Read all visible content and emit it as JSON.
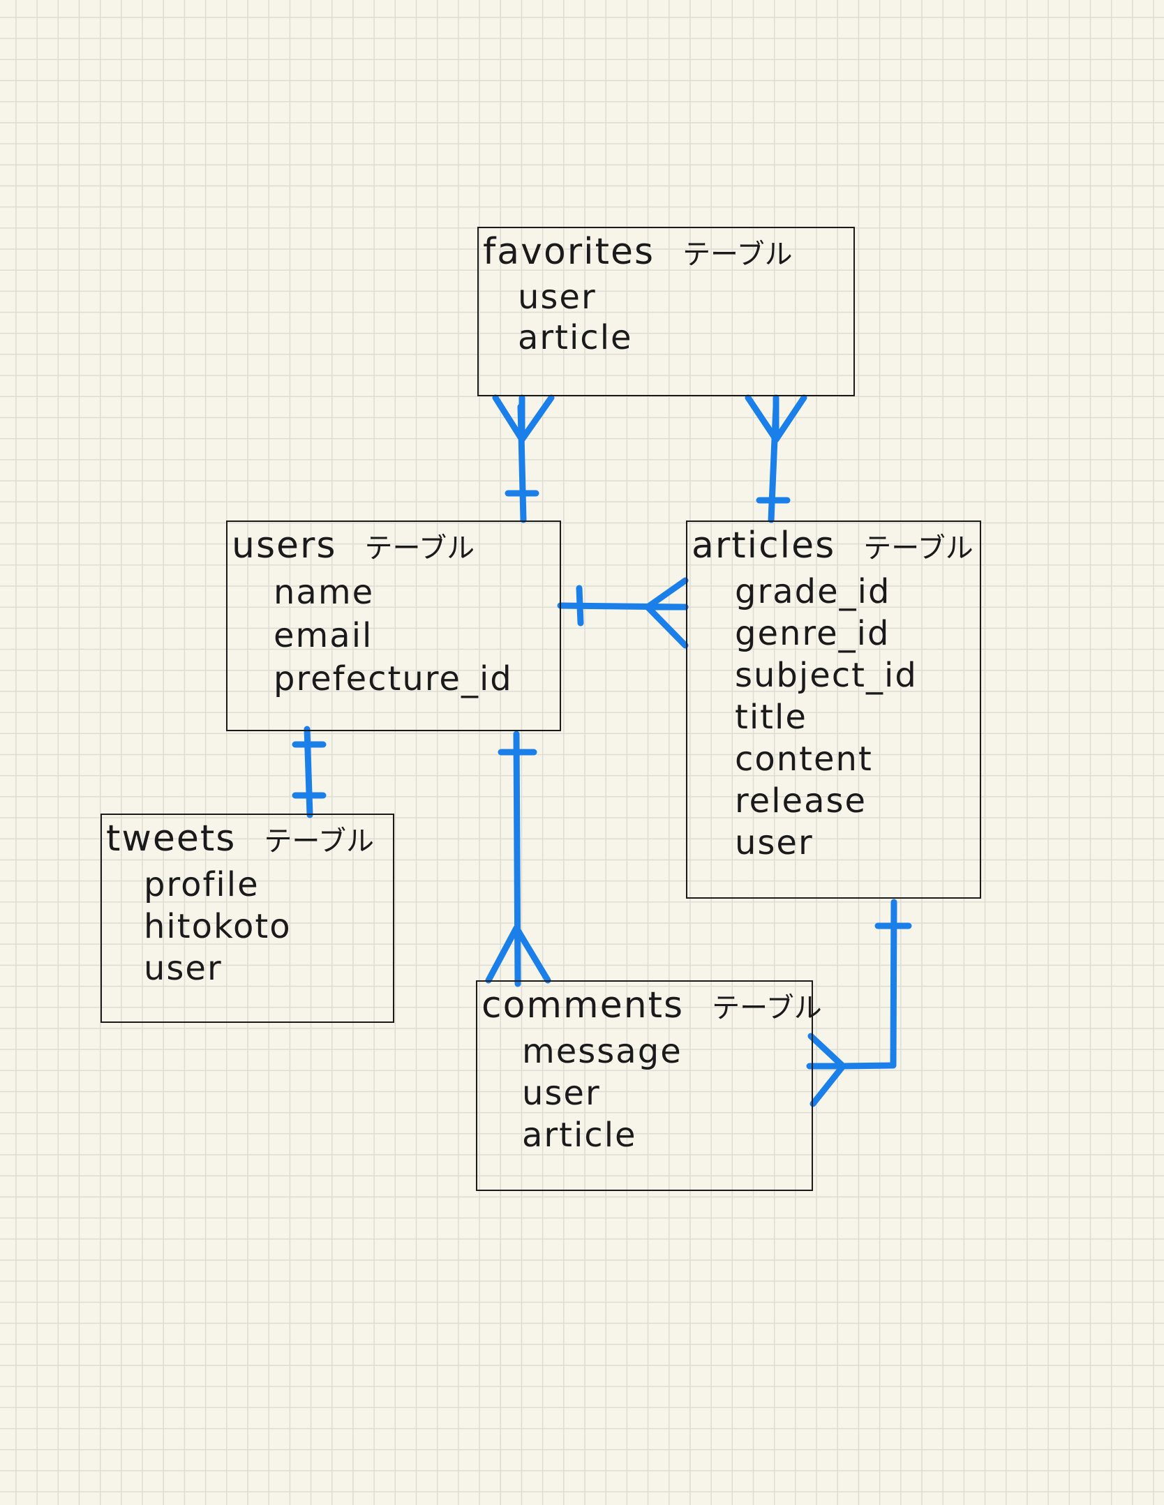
{
  "tables": {
    "favorites": {
      "name": "favorites",
      "suffix": "テーブル",
      "fields": [
        "user",
        "article"
      ]
    },
    "users": {
      "name": "users",
      "suffix": "テーブル",
      "fields": [
        "name",
        "email",
        "prefecture_id"
      ]
    },
    "articles": {
      "name": "articles",
      "suffix": "テーブル",
      "fields": [
        "grade_id",
        "genre_id",
        "subject_id",
        "title",
        "content",
        "release",
        "user"
      ]
    },
    "tweets": {
      "name": "tweets",
      "suffix": "テーブル",
      "fields": [
        "profile",
        "hitokoto",
        "user"
      ]
    },
    "comments": {
      "name": "comments",
      "suffix": "テーブル",
      "fields": [
        "message",
        "user",
        "article"
      ]
    }
  },
  "relations": [
    {
      "id": "users-favorites",
      "from": "users",
      "from_cardinality": "one",
      "to": "favorites",
      "to_cardinality": "many"
    },
    {
      "id": "articles-favorites",
      "from": "articles",
      "from_cardinality": "one",
      "to": "favorites",
      "to_cardinality": "many"
    },
    {
      "id": "users-articles",
      "from": "users",
      "from_cardinality": "one",
      "to": "articles",
      "to_cardinality": "many"
    },
    {
      "id": "users-tweets",
      "from": "users",
      "from_cardinality": "one",
      "to": "tweets",
      "to_cardinality": "one"
    },
    {
      "id": "users-comments",
      "from": "users",
      "from_cardinality": "one",
      "to": "comments",
      "to_cardinality": "many"
    },
    {
      "id": "articles-comments",
      "from": "articles",
      "from_cardinality": "one",
      "to": "comments",
      "to_cardinality": "many"
    }
  ],
  "colors": {
    "relation_line": "#1a7fe8",
    "table_border": "#1a1a1a",
    "paper": "#f7f5ea",
    "grid": "#dcdcd2"
  }
}
